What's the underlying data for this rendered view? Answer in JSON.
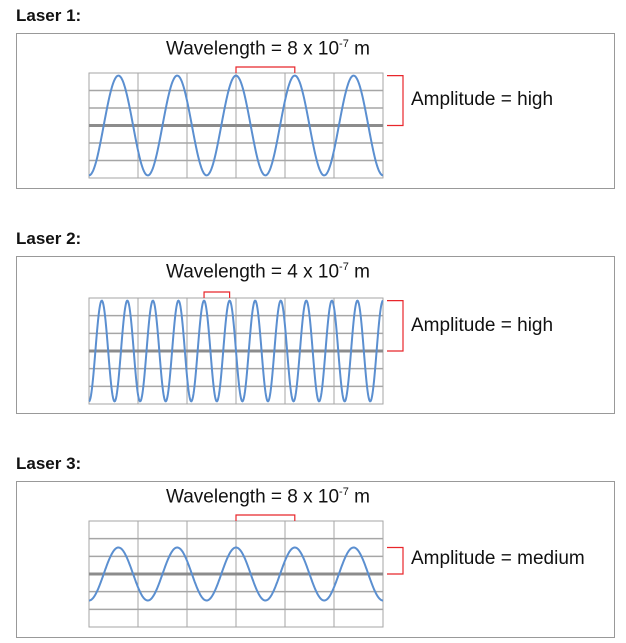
{
  "lasers": [
    {
      "title": "Laser 1:",
      "wavelength_prefix": "Wavelength = 8 x 10",
      "wavelength_exp": "-7",
      "wavelength_unit": " m",
      "amplitude_label": "Amplitude = high",
      "cycles": 5,
      "amplitude_fraction": 0.95
    },
    {
      "title": "Laser 2:",
      "wavelength_prefix": "Wavelength = 4 x 10",
      "wavelength_exp": "-7",
      "wavelength_unit": " m",
      "amplitude_label": "Amplitude = high",
      "cycles": 11.5,
      "amplitude_fraction": 0.95
    },
    {
      "title": "Laser 3:",
      "wavelength_prefix": "Wavelength = 8 x 10",
      "wavelength_exp": "-7",
      "wavelength_unit": " m",
      "amplitude_label": "Amplitude = medium",
      "cycles": 5,
      "amplitude_fraction": 0.5
    }
  ],
  "colors": {
    "wave": "#5b8fd0",
    "bracket": "#e8262b",
    "grid": "#a6a6a6",
    "axis": "#8c8c8c"
  }
}
